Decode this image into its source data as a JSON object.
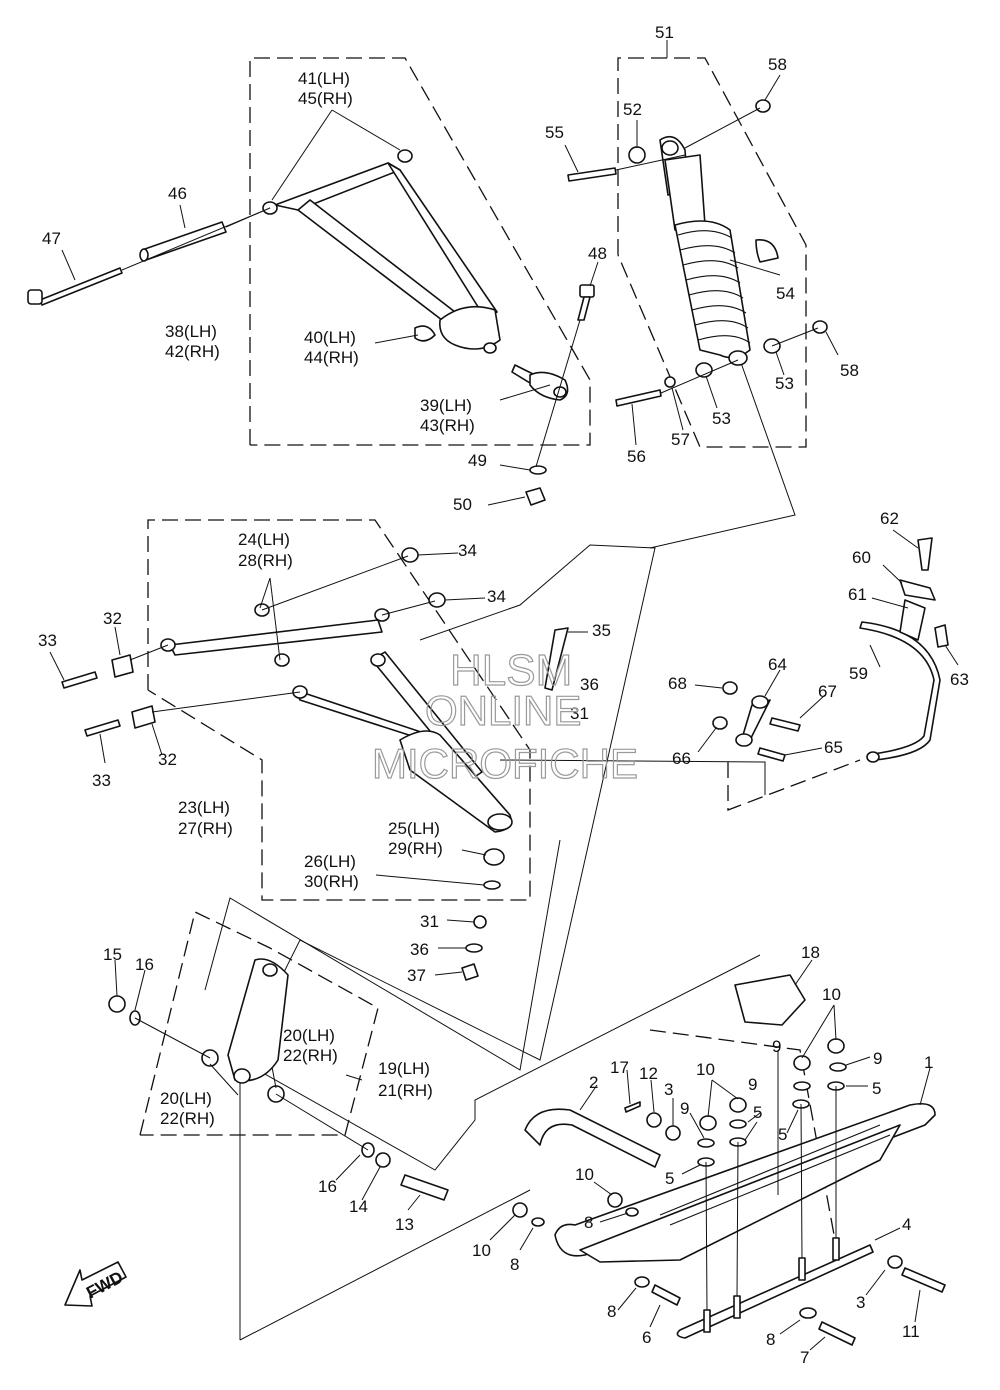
{
  "watermark": [
    "HLSM",
    "ONLINE",
    "MICROFICHE"
  ],
  "fwd_label": "FWD",
  "labels": [
    {
      "id": "l51",
      "text": "51"
    },
    {
      "id": "l58a",
      "text": "58"
    },
    {
      "id": "l52",
      "text": "52"
    },
    {
      "id": "l55",
      "text": "55"
    },
    {
      "id": "l41",
      "text": "41(LH)"
    },
    {
      "id": "l45",
      "text": "45(RH)"
    },
    {
      "id": "l46",
      "text": "46"
    },
    {
      "id": "l47",
      "text": "47"
    },
    {
      "id": "l48",
      "text": "48"
    },
    {
      "id": "l54",
      "text": "54"
    },
    {
      "id": "l38",
      "text": "38(LH)"
    },
    {
      "id": "l42",
      "text": "42(RH)"
    },
    {
      "id": "l40",
      "text": "40(LH)"
    },
    {
      "id": "l44",
      "text": "44(RH)"
    },
    {
      "id": "l58b",
      "text": "58"
    },
    {
      "id": "l53a",
      "text": "53"
    },
    {
      "id": "l53b",
      "text": "53"
    },
    {
      "id": "l39",
      "text": "39(LH)"
    },
    {
      "id": "l43",
      "text": "43(RH)"
    },
    {
      "id": "l57",
      "text": "57"
    },
    {
      "id": "l56",
      "text": "56"
    },
    {
      "id": "l49",
      "text": "49"
    },
    {
      "id": "l50",
      "text": "50"
    },
    {
      "id": "l62",
      "text": "62"
    },
    {
      "id": "l60",
      "text": "60"
    },
    {
      "id": "l61",
      "text": "61"
    },
    {
      "id": "l63",
      "text": "63"
    },
    {
      "id": "l59",
      "text": "59"
    },
    {
      "id": "l24",
      "text": "24(LH)"
    },
    {
      "id": "l28",
      "text": "28(RH)"
    },
    {
      "id": "l34a",
      "text": "34"
    },
    {
      "id": "l34b",
      "text": "34"
    },
    {
      "id": "l35",
      "text": "35"
    },
    {
      "id": "l32a",
      "text": "32"
    },
    {
      "id": "l33a",
      "text": "33"
    },
    {
      "id": "l36a",
      "text": "36"
    },
    {
      "id": "l31a",
      "text": "31"
    },
    {
      "id": "l68",
      "text": "68"
    },
    {
      "id": "l64",
      "text": "64"
    },
    {
      "id": "l67",
      "text": "67"
    },
    {
      "id": "l66",
      "text": "66"
    },
    {
      "id": "l65",
      "text": "65"
    },
    {
      "id": "l33b",
      "text": "33"
    },
    {
      "id": "l32b",
      "text": "32"
    },
    {
      "id": "l23",
      "text": "23(LH)"
    },
    {
      "id": "l27",
      "text": "27(RH)"
    },
    {
      "id": "l25",
      "text": "25(LH)"
    },
    {
      "id": "l29",
      "text": "29(RH)"
    },
    {
      "id": "l26",
      "text": "26(LH)"
    },
    {
      "id": "l30",
      "text": "30(RH)"
    },
    {
      "id": "l31b",
      "text": "31"
    },
    {
      "id": "l36b",
      "text": "36"
    },
    {
      "id": "l37",
      "text": "37"
    },
    {
      "id": "l15",
      "text": "15"
    },
    {
      "id": "l16a",
      "text": "16"
    },
    {
      "id": "l18",
      "text": "18"
    },
    {
      "id": "l10a",
      "text": "10"
    },
    {
      "id": "l20a",
      "text": "20(LH)"
    },
    {
      "id": "l22a",
      "text": "22(RH)"
    },
    {
      "id": "l19",
      "text": "19(LH)"
    },
    {
      "id": "l21",
      "text": "21(RH)"
    },
    {
      "id": "l9a",
      "text": "9"
    },
    {
      "id": "l9b",
      "text": "9"
    },
    {
      "id": "l1",
      "text": "1"
    },
    {
      "id": "l5a",
      "text": "5"
    },
    {
      "id": "l20b",
      "text": "20(LH)"
    },
    {
      "id": "l22b",
      "text": "22(RH)"
    },
    {
      "id": "l17",
      "text": "17"
    },
    {
      "id": "l12",
      "text": "12"
    },
    {
      "id": "l10b",
      "text": "10"
    },
    {
      "id": "l9c",
      "text": "9"
    },
    {
      "id": "l2",
      "text": "2"
    },
    {
      "id": "l3a",
      "text": "3"
    },
    {
      "id": "l9d",
      "text": "9"
    },
    {
      "id": "l5b",
      "text": "5"
    },
    {
      "id": "l5c",
      "text": "5"
    },
    {
      "id": "l5d",
      "text": "5"
    },
    {
      "id": "l16b",
      "text": "16"
    },
    {
      "id": "l14",
      "text": "14"
    },
    {
      "id": "l10c",
      "text": "10"
    },
    {
      "id": "l13",
      "text": "13"
    },
    {
      "id": "l8a",
      "text": "8"
    },
    {
      "id": "l4",
      "text": "4"
    },
    {
      "id": "l10d",
      "text": "10"
    },
    {
      "id": "l8b",
      "text": "8"
    },
    {
      "id": "l3b",
      "text": "3"
    },
    {
      "id": "l11",
      "text": "11"
    },
    {
      "id": "l8c",
      "text": "8"
    },
    {
      "id": "l6",
      "text": "6"
    },
    {
      "id": "l8d",
      "text": "8"
    },
    {
      "id": "l7",
      "text": "7"
    }
  ]
}
